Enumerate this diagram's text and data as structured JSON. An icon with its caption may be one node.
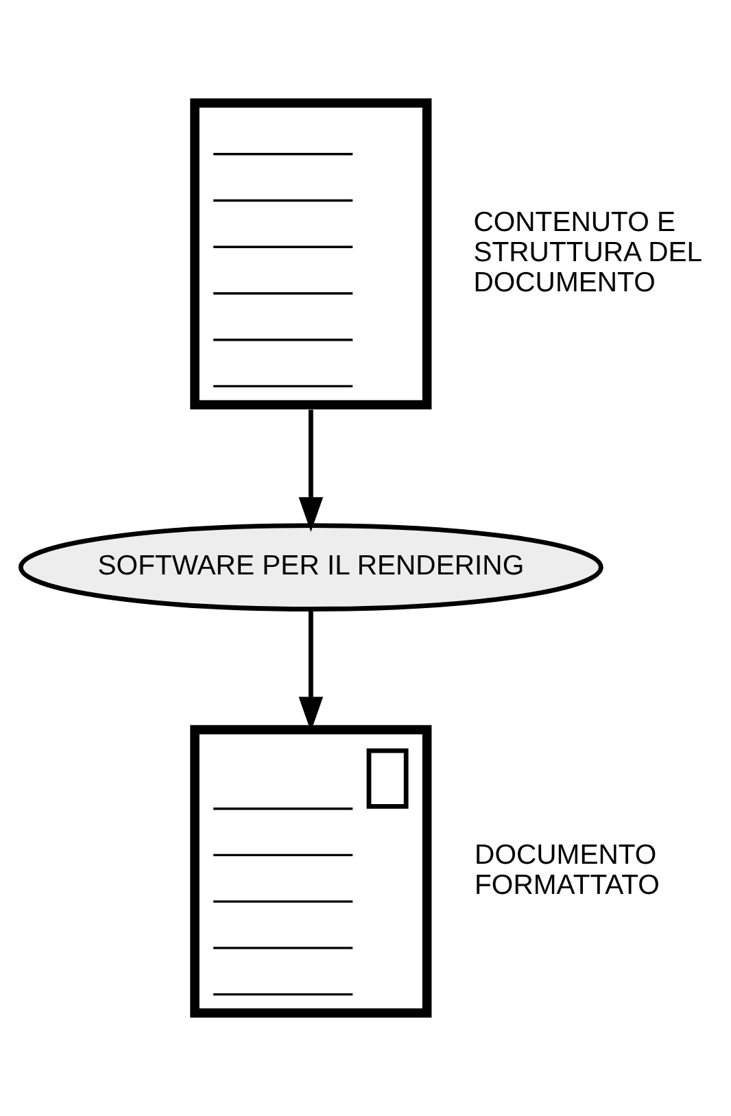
{
  "diagram": {
    "nodes": [
      {
        "text": [],
        "shape": "picture",
        "beside": [
          "CONTENUTO E STRUTTURA DEL DOCUMENTO"
        ]
      },
      {
        "text": [
          "SOFTWARE PER IL RENDERING"
        ]
      },
      {
        "text": [],
        "shape": "picture",
        "beside": [
          "DOCUMENTO FORMATTATO"
        ]
      }
    ],
    "edges": [
      {
        "from": 0,
        "to": 1,
        "arrow": "to"
      },
      {
        "from": 1,
        "to": 2,
        "arrow": "to"
      }
    ]
  }
}
